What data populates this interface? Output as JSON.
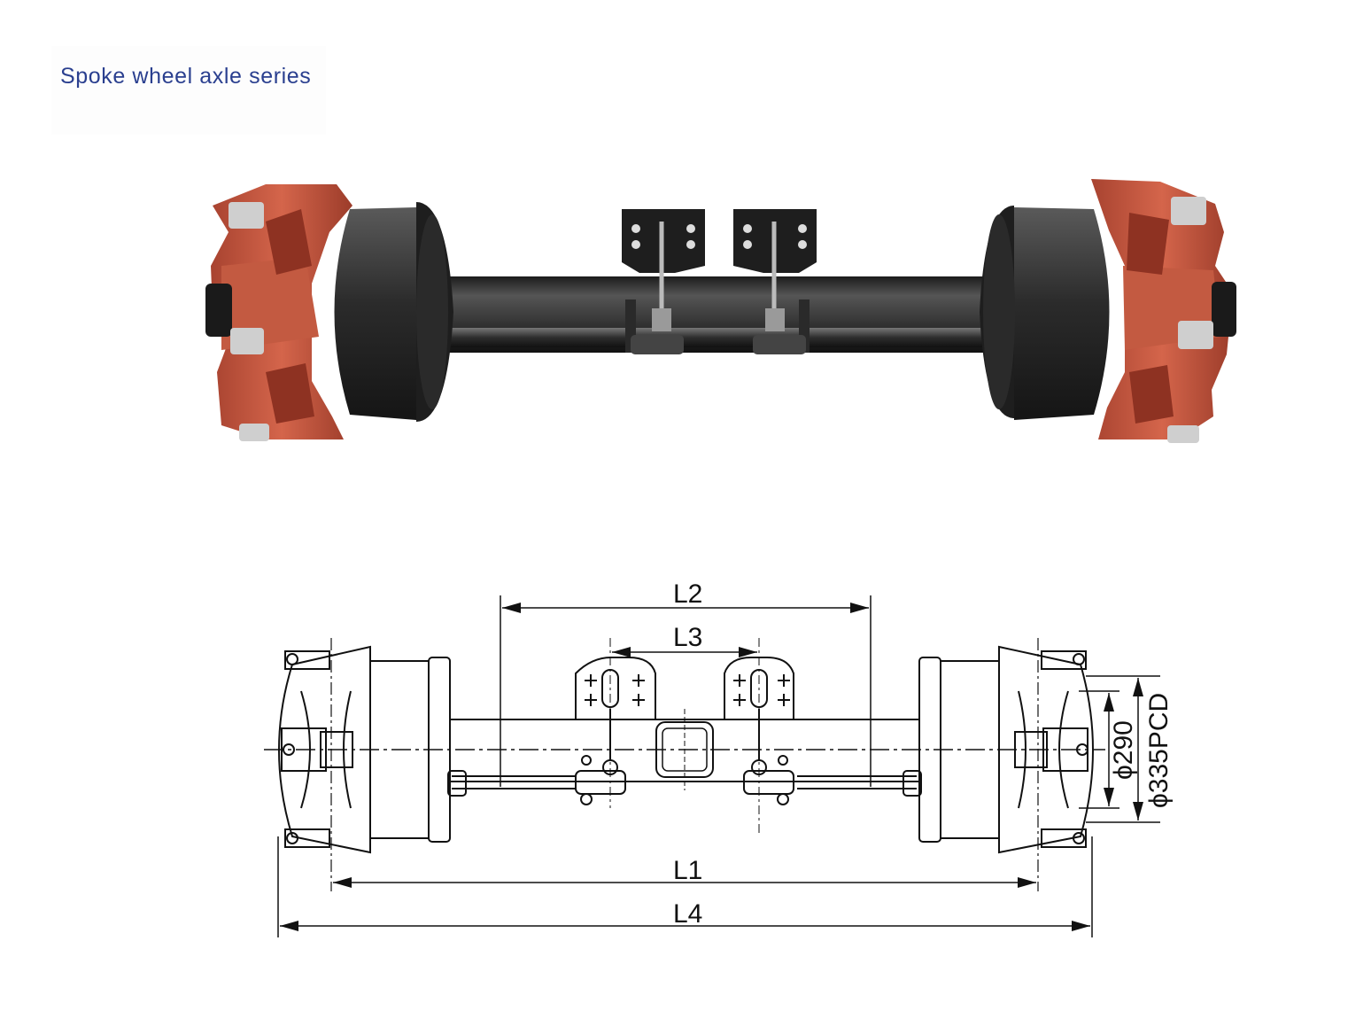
{
  "header": {
    "title": "Spoke wheel axle series"
  },
  "photo": {
    "colors": {
      "spoke_wheel": "#c8563c",
      "spoke_wheel_shadow": "#8e3222",
      "brake_drum": "#2b2b2b",
      "axle_beam": "#3a3a3a",
      "bracket": "#1e1e1e",
      "metal": "#cfcfcf"
    }
  },
  "drawing": {
    "labels": {
      "l1": "L1",
      "l2": "L2",
      "l3": "L3",
      "l4": "L4",
      "phi290": "ϕ290",
      "phi335pcd": "ϕ335PCD"
    }
  }
}
